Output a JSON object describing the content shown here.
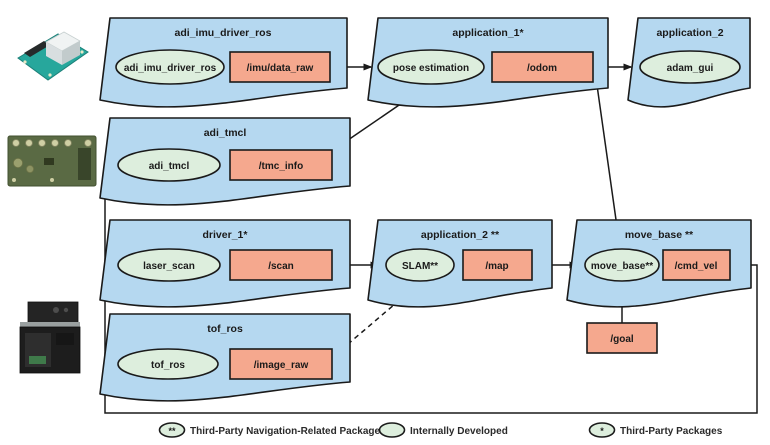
{
  "diagram": {
    "colors": {
      "package_fill": "#b5d8f0",
      "node_fill": "#ddeedd",
      "topic_fill": "#f5a88e",
      "stroke": "#1a1a1a"
    },
    "packages": [
      {
        "title": "adi_imu_driver_ros",
        "node": "adi_imu_driver_ros",
        "topic": "/imu/data_raw"
      },
      {
        "title": "application_1*",
        "node": "pose estimation",
        "topic": "/odom"
      },
      {
        "title": "application_2",
        "node": "adam_gui"
      },
      {
        "title": "adi_tmcl",
        "node": "adi_tmcl",
        "topic": "/tmc_info"
      },
      {
        "title": "driver_1*",
        "node": "laser_scan",
        "topic": "/scan"
      },
      {
        "title": "application_2 **",
        "node": "SLAM**",
        "topic": "/map"
      },
      {
        "title": "move_base **",
        "node": "move_base**",
        "topic": "/cmd_vel"
      },
      {
        "title": "tof_ros",
        "node": "tof_ros",
        "topic": "/image_raw"
      }
    ],
    "standalone_topic": {
      "label": "/goal"
    },
    "legend": [
      {
        "symbol": "**",
        "label": "Third-Party Navigation-Related Packages"
      },
      {
        "symbol": "",
        "label": "Internally Developed"
      },
      {
        "symbol": "*",
        "label": "Third-Party Packages"
      }
    ],
    "photos": [
      {
        "name": "imu-sensor-board"
      },
      {
        "name": "tmc-motor-controller-board"
      },
      {
        "name": "tof-camera-module"
      }
    ]
  }
}
